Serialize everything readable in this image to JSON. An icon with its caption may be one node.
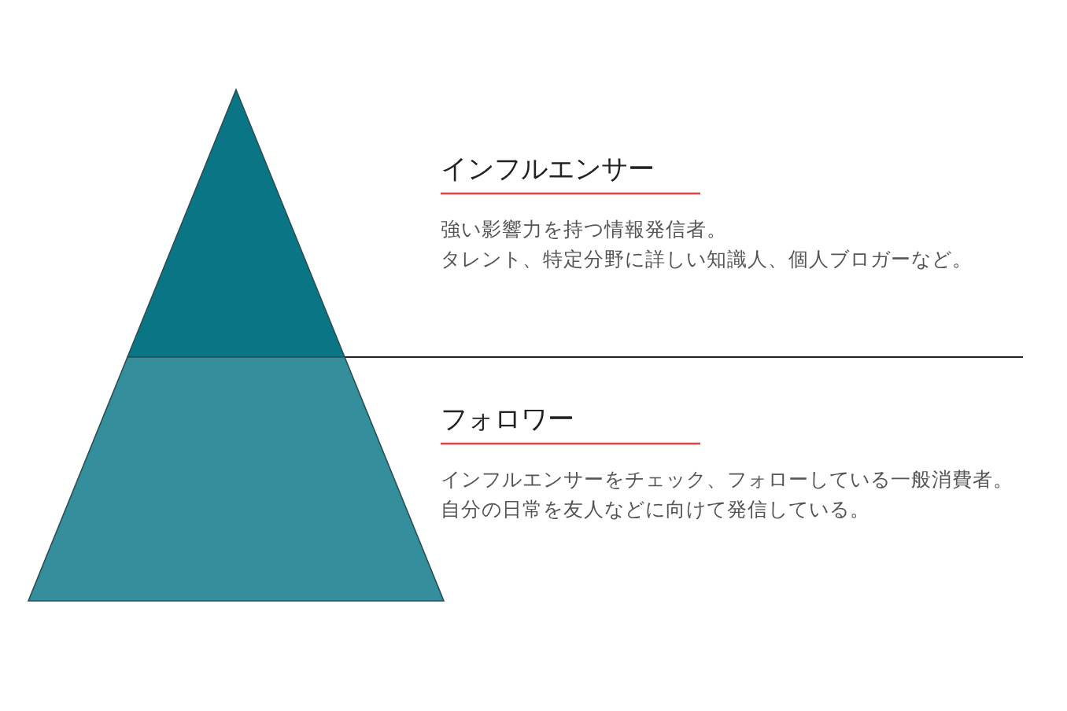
{
  "diagram": {
    "nodes": [
      {
        "text": [],
        "shape": "triangle",
        "beside": [
          "インフルエンサー",
          "強い影響力を持つ情報発信者。",
          "タレント、特定分野に詳しい知識人、個人ブロガーなど。"
        ]
      },
      {
        "text": [],
        "shape": "trapezoid",
        "beside": [
          "フォロワー",
          "インフルエンサーをチェック、フォローしている一般消費者。",
          "自分の日常を友人などに向けて発信している。"
        ]
      }
    ]
  }
}
